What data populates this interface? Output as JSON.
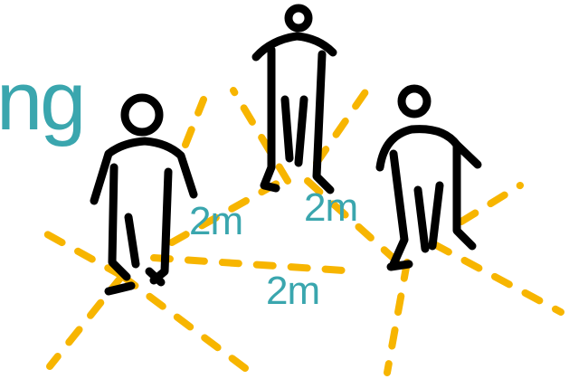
{
  "heading": {
    "text": "ng"
  },
  "distance_labels": {
    "left": "2m",
    "middle": "2m",
    "bottom": "2m"
  },
  "colors": {
    "teal": "#3aa6ae",
    "dash": "#f7b500",
    "figure": "#000000",
    "background": "#ffffff"
  },
  "icons": [
    "person-figure-icon",
    "person-figure-icon",
    "person-figure-icon"
  ]
}
